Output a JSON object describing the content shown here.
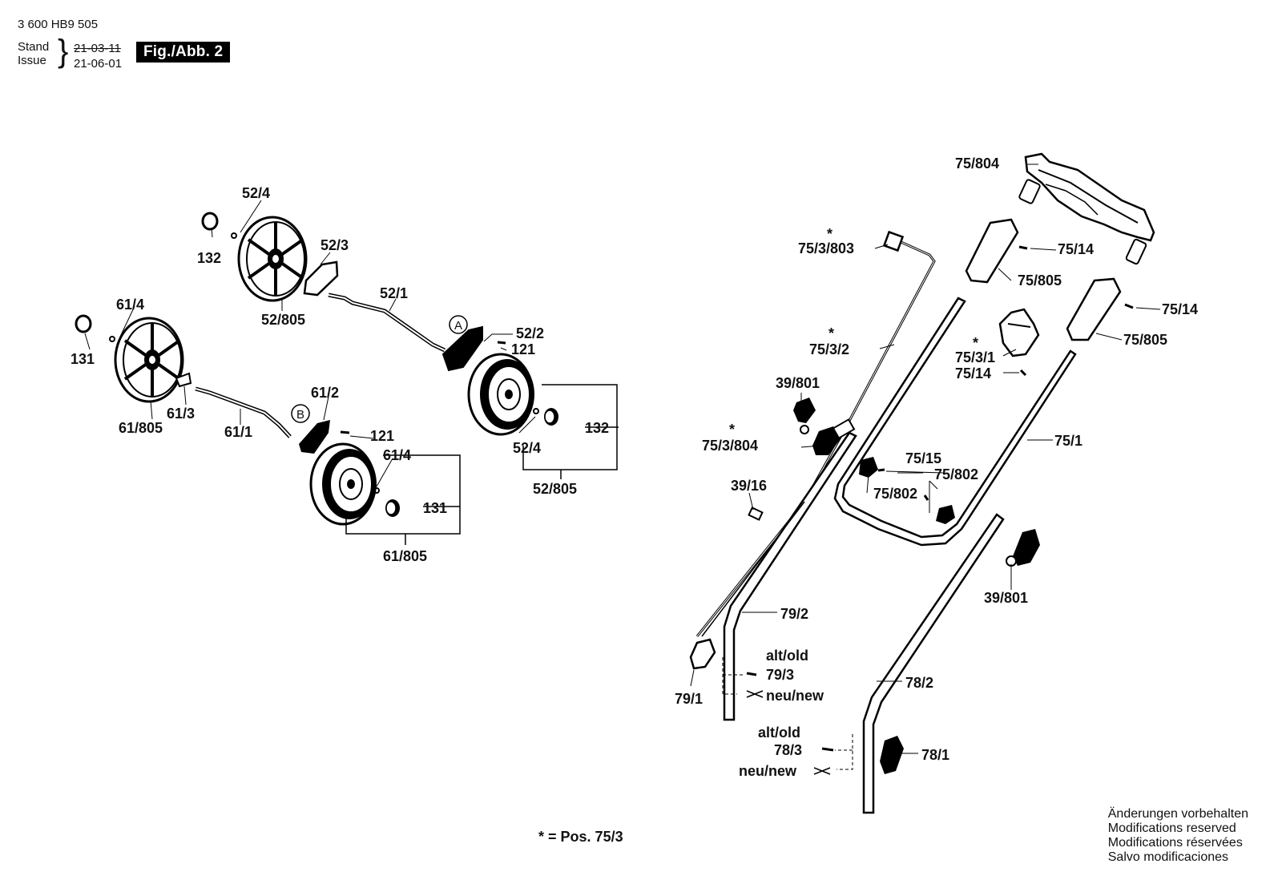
{
  "header": {
    "doc_number": "3 600 HB9 505",
    "stand_label": "Stand",
    "issue_label": "Issue",
    "date_old": "21-03-11",
    "date_new": "21-06-01",
    "figure_label": "Fig./Abb. 2"
  },
  "callouts": {
    "A": "A",
    "B": "B"
  },
  "labels": {
    "p52_4_top": "52/4",
    "p132_top": "132",
    "p52_3": "52/3",
    "p52_805_top": "52/805",
    "p52_1": "52/1",
    "p52_2": "52/2",
    "p121_a": "121",
    "p61_4_top": "61/4",
    "p131_top": "131",
    "p61_805_top": "61/805",
    "p61_3": "61/3",
    "p61_1": "61/1",
    "p61_2": "61/2",
    "p121_b": "121",
    "p132_bot": "132",
    "p52_4_bot": "52/4",
    "p52_805_bot": "52/805",
    "p61_4_bot": "61/4",
    "p131_bot": "131",
    "p61_805_bot": "61/805",
    "p75_804": "75/804",
    "p75_3_803": "75/3/803",
    "p75_14_a": "75/14",
    "p75_805_a": "75/805",
    "p75_14_b": "75/14",
    "p75_805_b": "75/805",
    "p75_3_1": "75/3/1",
    "p75_14_c": "75/14",
    "p75_3_2": "75/3/2",
    "p39_801_a": "39/801",
    "p75_3_804": "75/3/804",
    "p75_15": "75/15",
    "p75_802_a": "75/802",
    "p75_802_b": "75/802",
    "p75_1": "75/1",
    "p39_16": "39/16",
    "p39_801_b": "39/801",
    "p79_2": "79/2",
    "alt_old_a": "alt/old",
    "p79_3": "79/3",
    "neu_new_a": "neu/new",
    "p79_1": "79/1",
    "p78_2": "78/2",
    "alt_old_b": "alt/old",
    "p78_3": "78/3",
    "neu_new_b": "neu/new",
    "p78_1": "78/1",
    "star": "*"
  },
  "footnote": {
    "star": "*",
    "text": "= Pos.  75/3"
  },
  "modifications": [
    "Änderungen vorbehalten",
    "Modifications reserved",
    "Modifications réservées",
    "Salvo modificaciones"
  ]
}
